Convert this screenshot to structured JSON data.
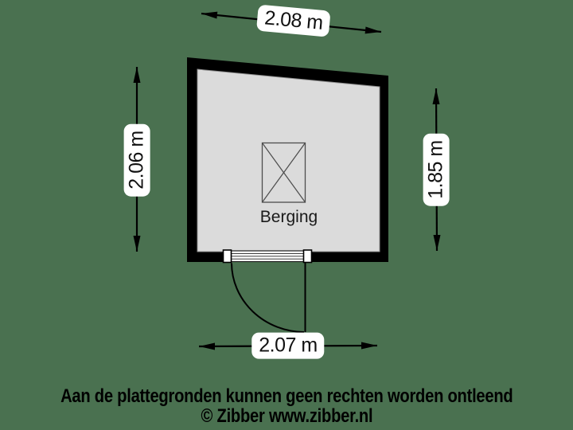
{
  "page": {
    "background_color": "#4a7150"
  },
  "plan": {
    "room_label": "Berging",
    "dimensions": {
      "top": "2.08 m",
      "left": "2.06 m",
      "right": "1.85 m",
      "bottom": "2.07 m"
    },
    "colors": {
      "wall": "#000000",
      "floor": "#dbdbdb",
      "dimension_line": "#000000",
      "label_background": "#ffffff",
      "symbol_stroke": "#4d4d4d"
    }
  },
  "footer": {
    "disclaimer": "Aan de plattegronden kunnen geen rechten worden ontleend",
    "credit": "© Zibber www.zibber.nl"
  }
}
